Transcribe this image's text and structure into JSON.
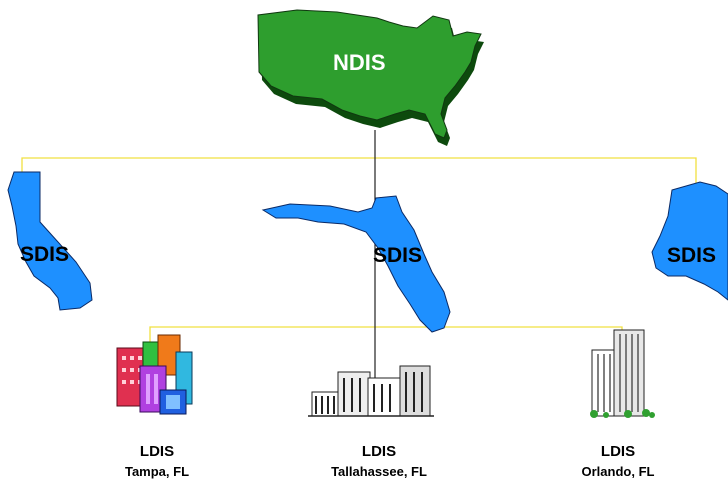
{
  "national": {
    "label": "NDIS"
  },
  "states": [
    {
      "label": "SDIS"
    },
    {
      "label": "SDIS"
    },
    {
      "label": "SDIS"
    }
  ],
  "locals": [
    {
      "title": "LDIS",
      "city": "Tampa, FL"
    },
    {
      "title": "LDIS",
      "city": "Tallahassee, FL"
    },
    {
      "title": "LDIS",
      "city": "Orlando, FL"
    }
  ],
  "colors": {
    "usa_fill": "#2e9e2e",
    "state_fill": "#1e90ff",
    "connector_yellow": "#f0e040",
    "connector_dark": "#222222"
  }
}
